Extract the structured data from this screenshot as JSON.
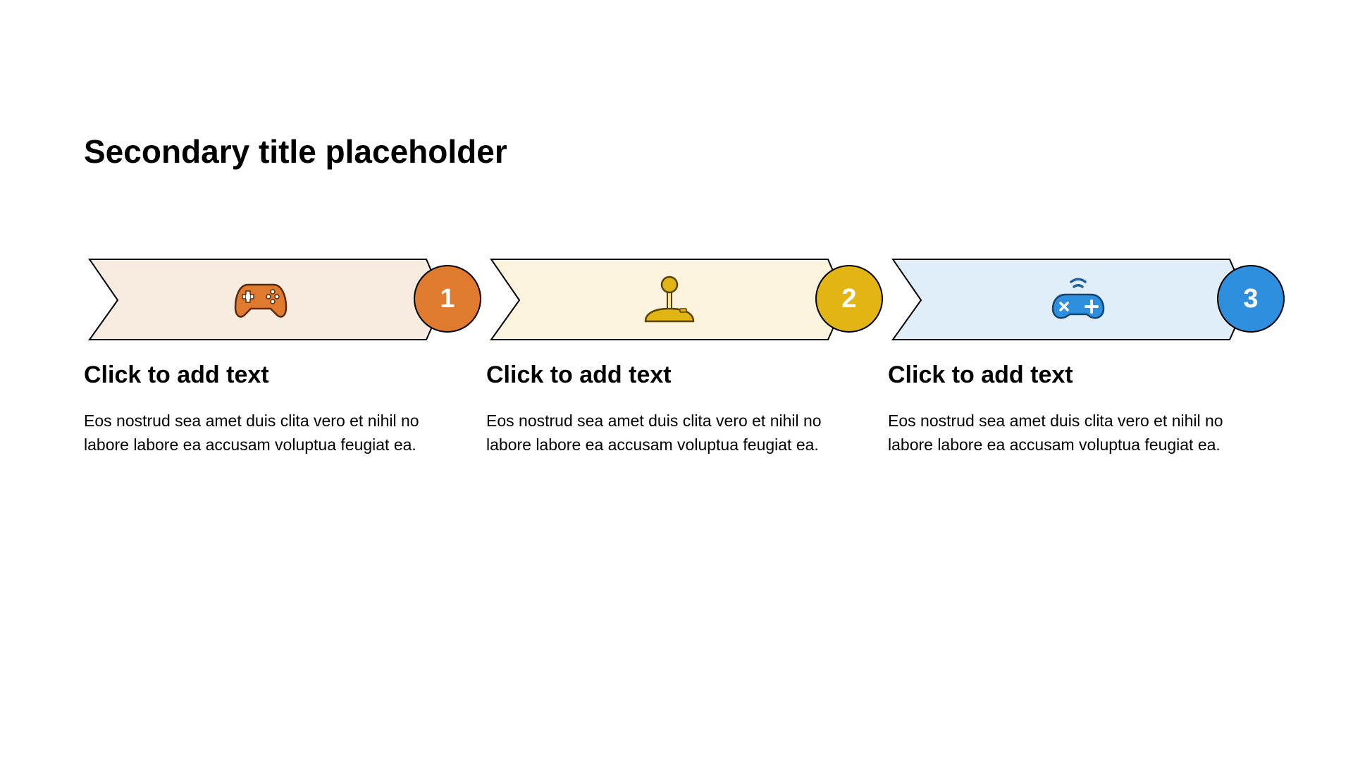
{
  "title": "Secondary title placeholder",
  "steps": [
    {
      "number": "1",
      "heading": "Click to add text",
      "body": "Eos nostrud sea amet duis clita vero et nihil no labore labore ea accusam voluptua feugiat ea.",
      "icon": "gamepad-icon",
      "accent_color": "#E07A2E",
      "fill_color": "#F8EBE0"
    },
    {
      "number": "2",
      "heading": "Click to add text",
      "body": "Eos nostrud sea amet duis clita vero et nihil no labore labore ea accusam voluptua feugiat ea.",
      "icon": "joystick-icon",
      "accent_color": "#E2B514",
      "fill_color": "#FBF3DD"
    },
    {
      "number": "3",
      "heading": "Click to add text",
      "body": "Eos nostrud sea amet duis clita vero et nihil no labore labore ea accusam voluptua feugiat ea.",
      "icon": "wireless-gamepad-icon",
      "accent_color": "#2E8FDF",
      "fill_color": "#E0EEF9"
    }
  ]
}
